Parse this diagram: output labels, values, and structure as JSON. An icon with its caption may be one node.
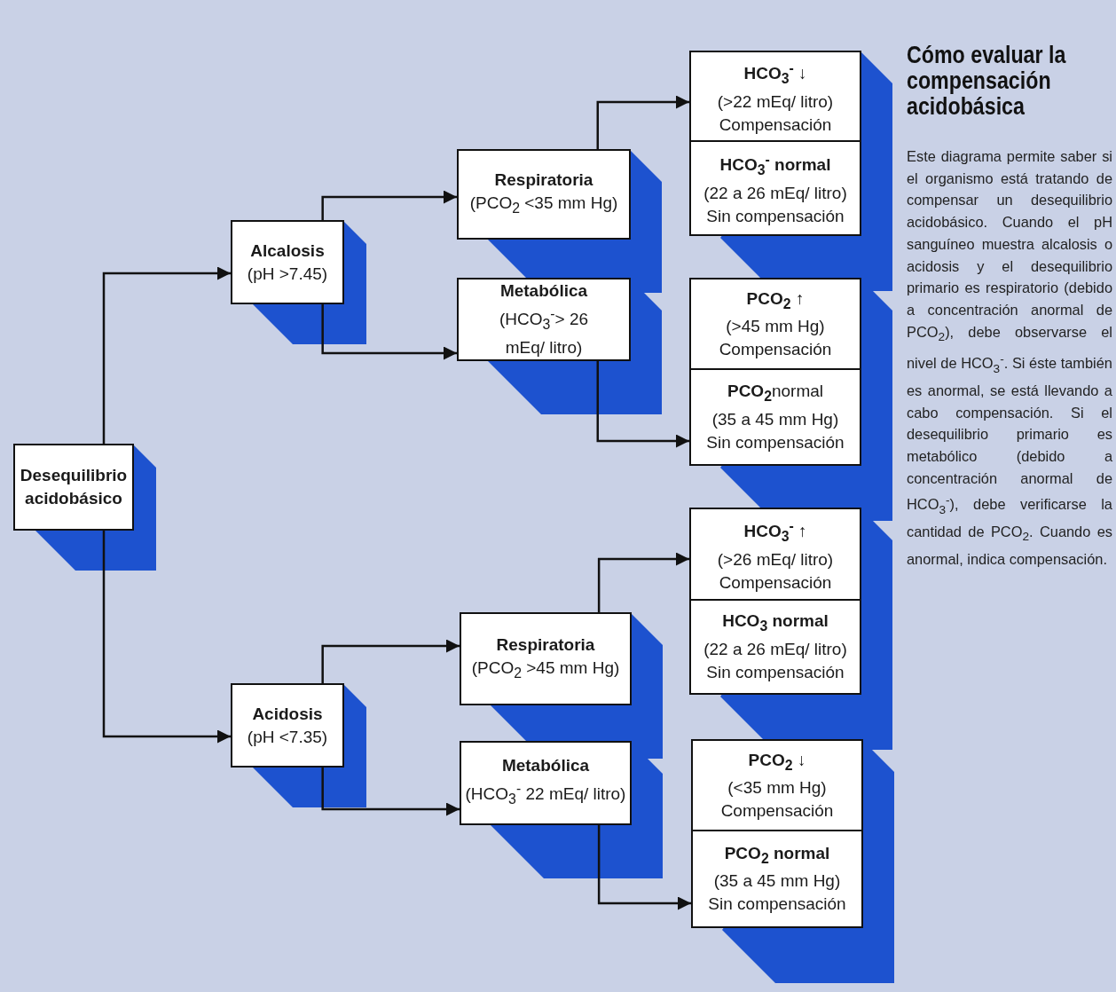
{
  "diagram": {
    "title": "Cómo evaluar la compensación acidobásica",
    "caption": "Este diagrama permite saber si el organismo está tratando de compensar un desequilibrio acidobásico. Cuando el pH sanguíneo muestra alcalosis o acidosis y el desequilibrio primario es respiratorio (debido a concentración anormal de PCO$_{2}$), debe observarse el nivel de HCO$_{3}$$^{-}$. Si éste también es anormal, se está llevando a cabo compensación. Si el desequilibrio primario es metabólico (debido a concentración anormal de HCO$_{3}$$^{-}$), debe verificarse la cantidad de PCO$_{2}$. Cuando es anormal, indica compensación.",
    "nodes": [
      {
        "text": [
          "Desequilibrio acidobásico"
        ]
      },
      {
        "text": [
          "Alcalosis",
          "(pH >7.45)"
        ]
      },
      {
        "text": [
          "Acidosis",
          "(pH <7.35)"
        ]
      },
      {
        "text": [
          "Respiratoria",
          "(PCO$_{2}$ <35 mm Hg)"
        ]
      },
      {
        "text": [
          "Metabólica",
          "(HCO$_{3}$$^{-}$> 26 mEq/ litro)"
        ]
      },
      {
        "text": [
          "Respiratoria",
          "(PCO$_{2}$ >45 mm Hg)"
        ]
      },
      {
        "text": [
          "Metabólica",
          "(HCO$_{3}$$^{-}$ 22 mEq/ litro)"
        ]
      },
      {
        "text": [
          "HCO$_{3}$$^{-}$ ↓",
          "(>22 mEq/ litro)",
          "Compensación"
        ]
      },
      {
        "text": [
          "HCO$_{3}$$^{-}$ normal",
          "(22 a 26 mEq/ litro)",
          "Sin compensación"
        ]
      },
      {
        "text": [
          "PCO$_{2}$ ↑",
          "(>45 mm Hg)",
          "Compensación"
        ]
      },
      {
        "text": [
          "**PCO$_{2}$**normal",
          "(35 a 45 mm Hg)",
          "Sin compensación"
        ]
      },
      {
        "text": [
          "HCO$_{3}$$^{-}$ ↑",
          "(>26 mEq/ litro)",
          "Compensación"
        ]
      },
      {
        "text": [
          "HCO$_{3}$ normal",
          "(22 a 26 mEq/ litro)",
          "Sin compensación"
        ]
      },
      {
        "text": [
          "PCO$_{2}$ ↓",
          "(<35 mm Hg)",
          "Compensación"
        ]
      },
      {
        "text": [
          "PCO$_{2}$ normal",
          "(35 a 45 mm Hg)",
          "Sin compensación"
        ]
      }
    ],
    "edges": [
      {
        "from": 0,
        "to": 1,
        "arrow": "to"
      },
      {
        "from": 0,
        "to": 2,
        "arrow": "to"
      },
      {
        "from": 1,
        "to": 3,
        "arrow": "to"
      },
      {
        "from": 1,
        "to": 4,
        "arrow": "to"
      },
      {
        "from": 2,
        "to": 5,
        "arrow": "to"
      },
      {
        "from": 2,
        "to": 6,
        "arrow": "to"
      },
      {
        "from": 3,
        "to": 7,
        "arrow": "to"
      },
      {
        "from": 4,
        "to": 10,
        "arrow": "to"
      },
      {
        "from": 5,
        "to": 11,
        "arrow": "to"
      },
      {
        "from": 6,
        "to": 14,
        "arrow": "to"
      }
    ]
  }
}
